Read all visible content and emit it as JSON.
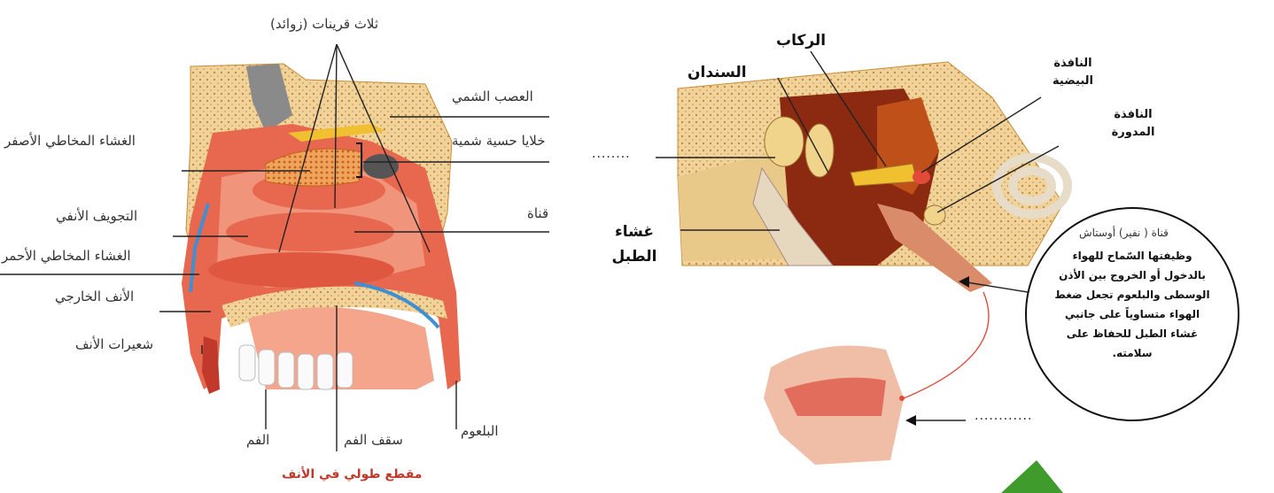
{
  "nose_diagram": {
    "labels": {
      "turbinates": "ثلاث قرينات (زوائد)",
      "olfactory_nerve": "العصب الشمي",
      "yellow_mucosa": "الغشاء المخاطي الأصفر",
      "olfactory_cells": "خلايا حسية شمية",
      "nasal_cavity": "التجويف الأنفي",
      "canal": "قناة",
      "red_mucosa": "الغشاء المخاطي الأحمر",
      "external_nose": "الأنف الخارجي",
      "nose_hairs": "شعيرات الأنف",
      "mouth": "الفم",
      "palate": "سقف الفم",
      "pharynx": "البلعوم"
    },
    "caption": "مقطع طولي في الأنف"
  },
  "ear_diagram": {
    "labels": {
      "stapes": "الركاب",
      "incus": "السندان",
      "oval_window": "النافذة البيضية",
      "round_window": "النافذة المدورة",
      "eardrum": "غشاء الطبل"
    },
    "blank_left": "........",
    "blank_bottom": "............",
    "info_circle": {
      "title": "قناة ( نفير) أوستاش",
      "body": "وظيفتها السّماح للهواء بالدخول أو الخروج بين الأذن الوسطى والبلعوم تجعل ضغط الهواء متساوياً على جانبي غشاء الطبل للحفاظ على سلامته."
    }
  },
  "colors": {
    "tissue_red": "#e8674f",
    "tissue_light": "#f4a58c",
    "bone": "#e9c98a",
    "bone_dark": "#c98d3c",
    "ear_brown": "#8b2a10",
    "green_arrow": "#3e9b2c",
    "line": "#222222"
  }
}
